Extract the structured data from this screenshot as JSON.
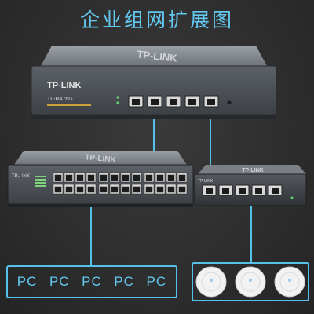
{
  "title": "企业组网扩展图",
  "router": {
    "brand": "TP-LINK",
    "model": "TL-R476G"
  },
  "switch_main": {
    "brand": "TP-LINK"
  },
  "switch_small": {
    "brand": "TP-LINK"
  },
  "pcs": [
    "PC",
    "PC",
    "PC",
    "PC",
    "PC"
  ],
  "access_points": [
    "ap-1",
    "ap-2",
    "ap-3"
  ],
  "colors": {
    "accent": "#56c1e8",
    "title": "#62c8ef",
    "device_body": "#4a4f55"
  }
}
